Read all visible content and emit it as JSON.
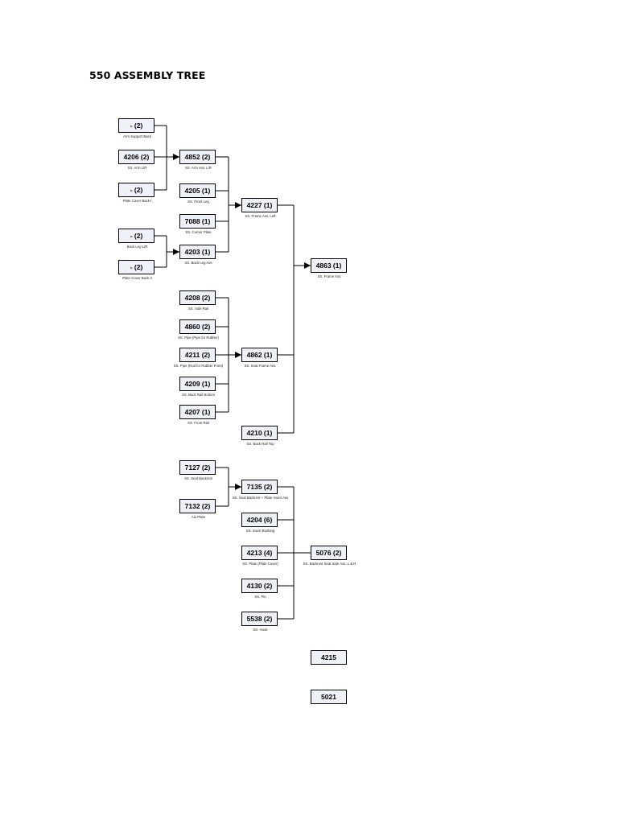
{
  "page": {
    "title": "550 ASSEMBLY TREE"
  },
  "nodes": [
    {
      "id": "arm-support-back",
      "code": "- (2)",
      "caption": "Arm Support Back"
    },
    {
      "id": "arm-lr",
      "code": "4206 (2)",
      "caption": "SS. Arm L/R"
    },
    {
      "id": "plate-cover-back-i",
      "code": "- (2)",
      "caption": "Plate Cover Back I"
    },
    {
      "id": "back-leg-lr",
      "code": "- (2)",
      "caption": "Back Leg L/R"
    },
    {
      "id": "plate-cover-back-ii",
      "code": "- (2)",
      "caption": "Plate Cover Back II"
    },
    {
      "id": "arm-ass-lr",
      "code": "4852 (2)",
      "caption": "SS. Arm Ass. L/R"
    },
    {
      "id": "front-leg",
      "code": "4205 (1)",
      "caption": "SS. Front Leg"
    },
    {
      "id": "corner-plate",
      "code": "7088 (1)",
      "caption": "SS. Corner Plate"
    },
    {
      "id": "back-leg-ass",
      "code": "4203 (1)",
      "caption": "SS. Back Leg Ass"
    },
    {
      "id": "frame-ass-left",
      "code": "4227 (1)",
      "caption": "SS. Frame Ass. Left"
    },
    {
      "id": "frame-ass",
      "code": "4863 (1)",
      "caption": "SS. Frame Ass."
    },
    {
      "id": "side-rail",
      "code": "4208 (2)",
      "caption": "SS. Side Rail"
    },
    {
      "id": "pipe-for-rubber",
      "code": "4860 (2)",
      "caption": "SS. Pipe (Pipe for Rubber)"
    },
    {
      "id": "pipe-rod-rubber-front",
      "code": "4211 (2)",
      "caption": "SS. Pipe (Rod for Rubber Front)"
    },
    {
      "id": "back-rail-bottom",
      "code": "4209 (1)",
      "caption": "SS. Back Rail Bottom"
    },
    {
      "id": "front-rail",
      "code": "4207 (1)",
      "caption": "SS. Front Rail"
    },
    {
      "id": "seat-frame-ass",
      "code": "4862 (1)",
      "caption": "SS. Seat Frame Ass."
    },
    {
      "id": "back-rail-top",
      "code": "4210 (1)",
      "caption": "SS. Back Rail Top"
    },
    {
      "id": "seat-backrest",
      "code": "7127 (2)",
      "caption": "SS. Seat Backrest"
    },
    {
      "id": "alu-plate",
      "code": "7132 (2)",
      "caption": "Alu Plate"
    },
    {
      "id": "seat-backrest-plate-insert",
      "code": "7135 (2)",
      "caption": "SS. Seat Backrest + Plate Insert Ass"
    },
    {
      "id": "insert-bushing",
      "code": "4204 (6)",
      "caption": "SS. Insert Bushing"
    },
    {
      "id": "plate-cover",
      "code": "4213 (4)",
      "caption": "SS. Plate (Plate Cover)"
    },
    {
      "id": "backrest-seat-side",
      "code": "5076 (2)",
      "caption": "SS. Backrest Seat Side Ass. L & R"
    },
    {
      "id": "pin",
      "code": "4130 (2)",
      "caption": "SS. Pin"
    },
    {
      "id": "hook",
      "code": "5538 (2)",
      "caption": "SS. Hook"
    },
    {
      "id": "part-4215",
      "code": "4215",
      "caption": ""
    },
    {
      "id": "part-5021",
      "code": "5021",
      "caption": ""
    }
  ]
}
